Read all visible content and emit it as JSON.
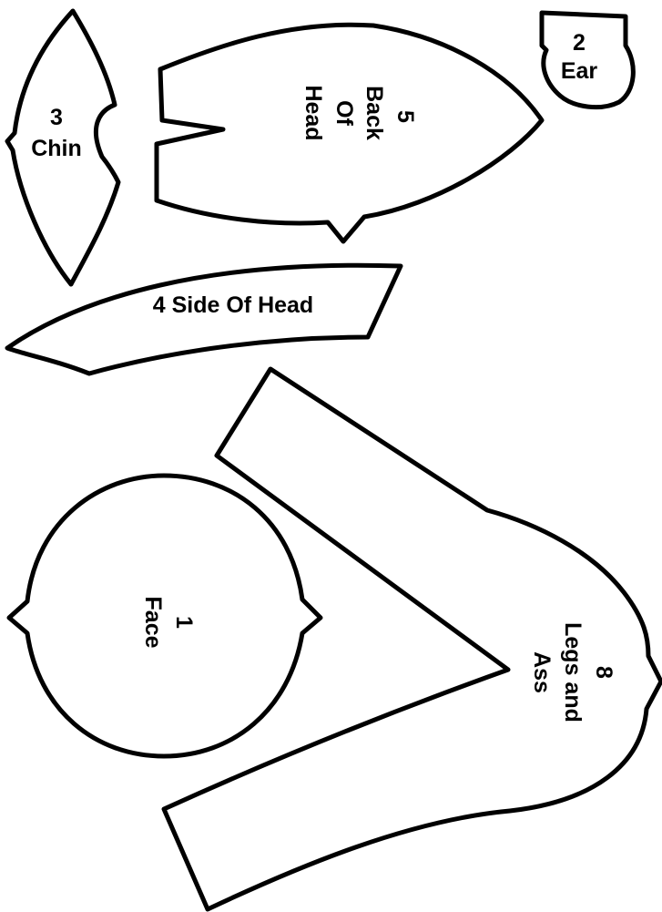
{
  "colors": {
    "background": "#ffffff",
    "outline": "#000000",
    "text": "#000000"
  },
  "pieces": {
    "chin": {
      "number": "3",
      "name": "Chin"
    },
    "back_of_head": {
      "number": "5",
      "name_line1": "Back",
      "name_line2": "Of",
      "name_line3": "Head"
    },
    "ear": {
      "number": "2",
      "name": "Ear"
    },
    "side_of_head": {
      "label": "4 Side Of Head"
    },
    "face": {
      "number": "1",
      "name": "Face"
    },
    "legs_and_ass": {
      "number": "8",
      "name_line1": "Legs and",
      "name_line2": "Ass"
    }
  }
}
